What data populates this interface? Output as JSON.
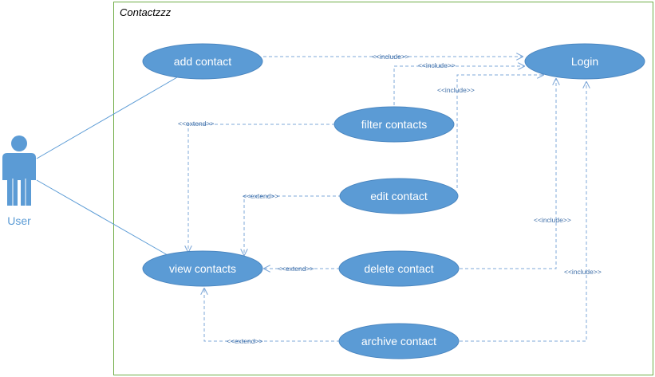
{
  "system": {
    "title": "Contactzzz"
  },
  "actor": {
    "label": "User",
    "icon": "person-icon"
  },
  "use_cases": {
    "add_contact": "add contact",
    "login": "Login",
    "filter_contacts": "filter contacts",
    "edit_contact": "edit contact",
    "view_contacts": "view contacts",
    "delete_contact": "delete contact",
    "archive_contact": "archive contact"
  },
  "relations": {
    "add_login": "<<include>>",
    "filter_login": "<<include>>",
    "edit_login": "<<include>>",
    "delete_login": "<<include>>",
    "archive_login": "<<include>>",
    "filter_view": "<<extend>>",
    "edit_view": "<<extend>>",
    "delete_view": "<<extend>>",
    "archive_view": "<<extend>>"
  },
  "colors": {
    "use_case_fill": "#5b9bd5",
    "dashed_line": "#7fa8d8",
    "system_border": "#70ad47",
    "association_line": "#5b9bd5"
  }
}
